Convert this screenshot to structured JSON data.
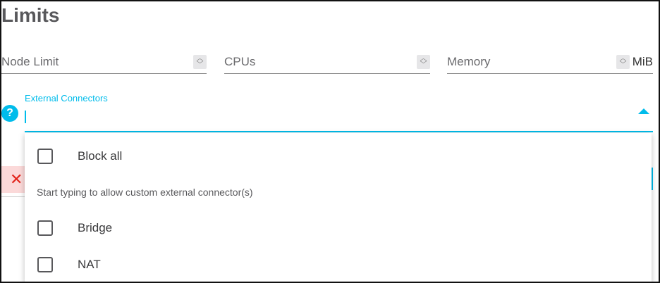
{
  "title": "Limits",
  "fields": [
    {
      "label": "Node Limit",
      "value": ""
    },
    {
      "label": "CPUs",
      "value": ""
    },
    {
      "label": "Memory",
      "value": "",
      "unit": "MiB"
    }
  ],
  "external_connectors": {
    "label": "External Connectors",
    "value": "",
    "help_icon": "?",
    "error_icon": "✕",
    "dropdown": {
      "block_all": {
        "label": "Block all",
        "checked": false
      },
      "hint": "Start typing to allow custom external connector(s)",
      "options": [
        {
          "label": "Bridge",
          "checked": false
        },
        {
          "label": "NAT",
          "checked": false
        }
      ]
    }
  },
  "colors": {
    "accent": "#00bceb",
    "error": "#e2231a",
    "error_bg": "#fbd9d9"
  }
}
